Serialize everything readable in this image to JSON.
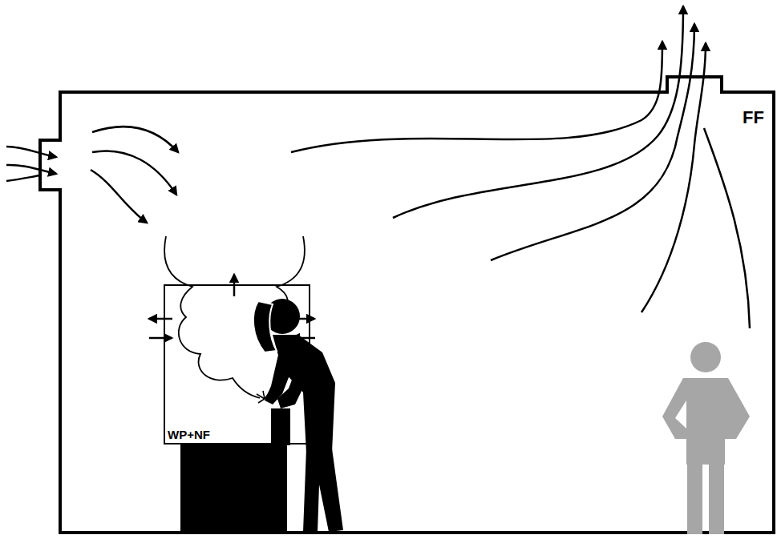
{
  "diagram": {
    "nodes": [
      {
        "text": [
          "FF"
        ]
      },
      {
        "text": [
          "WP+NF"
        ],
        "in": 0
      }
    ]
  }
}
